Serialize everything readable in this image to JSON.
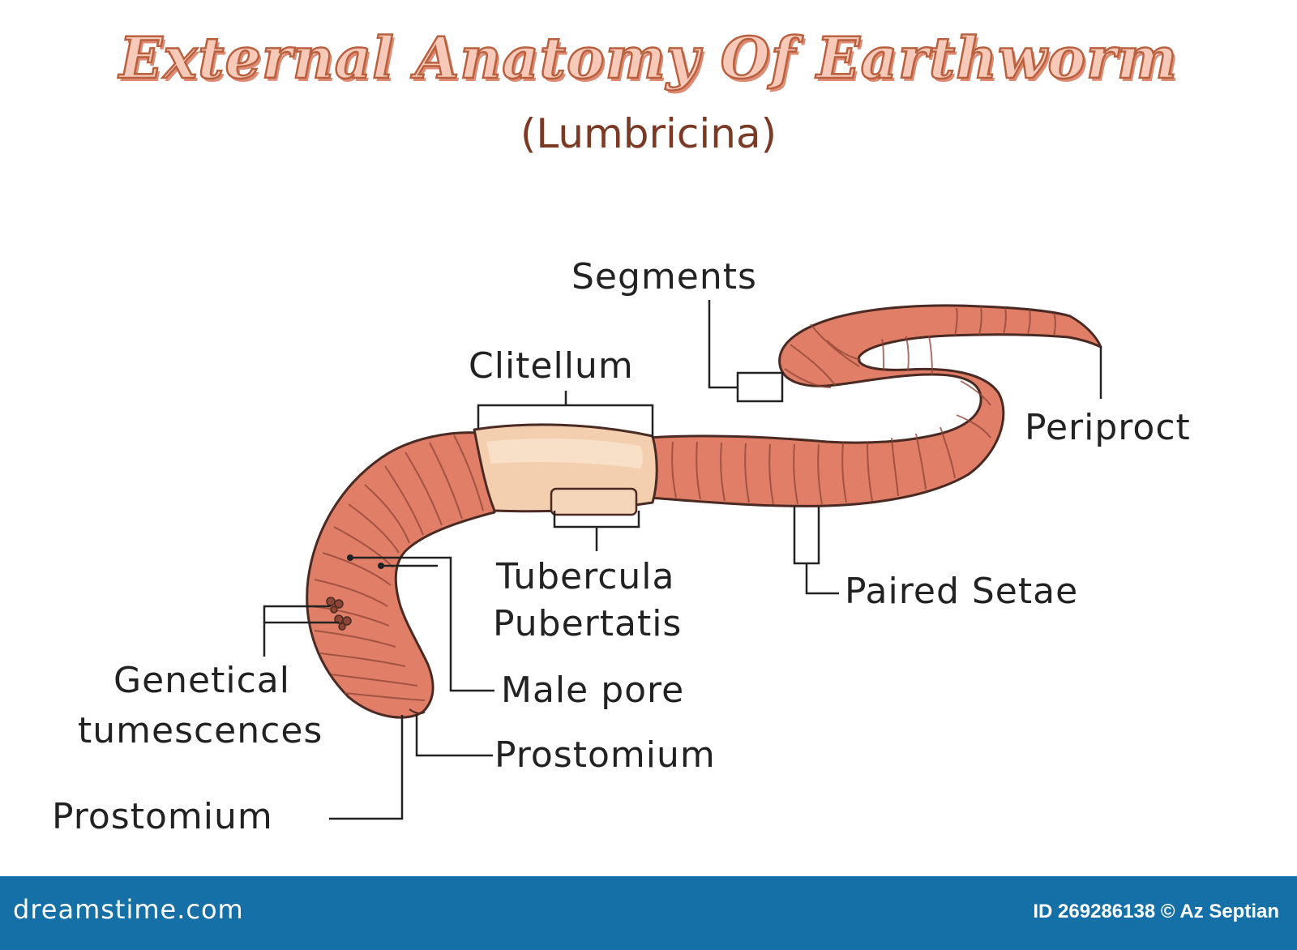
{
  "title": "External Anatomy Of Earthworm",
  "subtitle": "(Lumbricina)",
  "labels": {
    "segments": "Segments",
    "clitellum": "Clitellum",
    "periproct": "Periproct",
    "tubercula_1": "Tubercula",
    "tubercula_2": "Pubertatis",
    "paired_setae": "Paired Setae",
    "male_pore": "Male pore",
    "genetical_1": "Genetical",
    "genetical_2": "tumescences",
    "prostomium_right": "Prostomium",
    "prostomium_left": "Prostomium"
  },
  "footer": {
    "brand": "dreamstime.com",
    "credit": "ID 269286138 © Az Septian"
  },
  "colors": {
    "worm_body": "#e07e68",
    "worm_dark": "#b95e4b",
    "clitellum": "#f3cfb0",
    "title_fill": "#f6c9b9",
    "title_outline": "#b9603f",
    "subtitle": "#7a3a26",
    "footer": "#1670a8"
  }
}
